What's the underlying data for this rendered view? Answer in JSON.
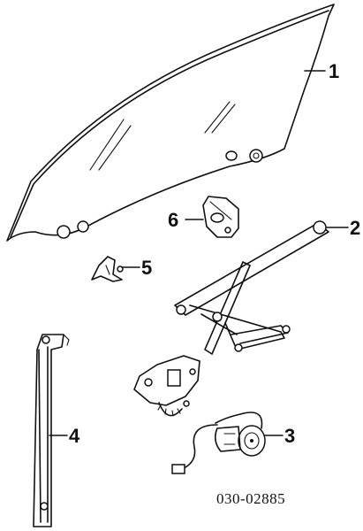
{
  "callouts": [
    {
      "part": "1",
      "label": "1"
    },
    {
      "part": "2",
      "label": "2"
    },
    {
      "part": "3",
      "label": "3"
    },
    {
      "part": "4",
      "label": "4"
    },
    {
      "part": "5",
      "label": "5"
    },
    {
      "part": "6",
      "label": "6"
    }
  ],
  "diagram_code": "030-02885"
}
